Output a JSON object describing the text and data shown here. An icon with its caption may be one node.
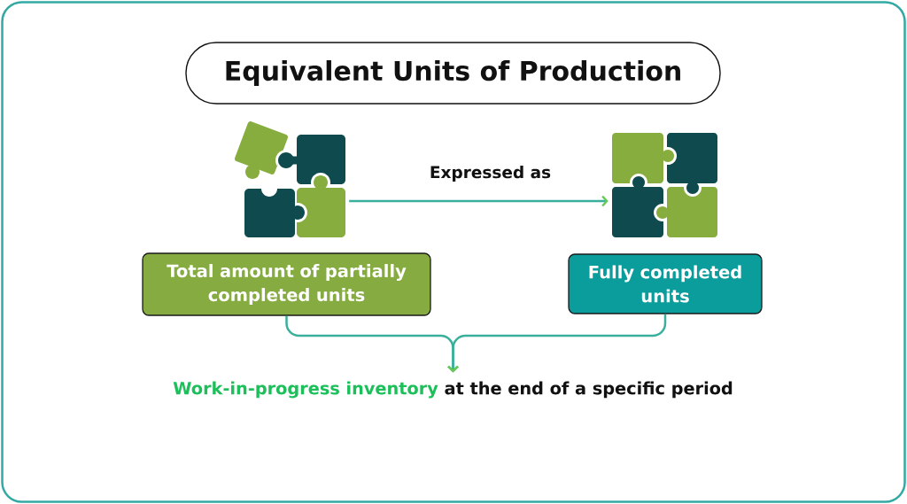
{
  "diagram": {
    "title": "Equivalent Units of Production",
    "nodes": [
      {
        "text": [],
        "shape": "picture"
      },
      {
        "text": [],
        "shape": "picture"
      },
      {
        "text": [
          "Total amount of partially completed units"
        ]
      },
      {
        "text": [
          "Fully completed units"
        ]
      },
      {
        "text": [
          "Work-in-progress inventory",
          "at the end of a specific period"
        ]
      }
    ],
    "edges": [
      {
        "from": 0,
        "to": 1,
        "arrow": "to",
        "label": "Expressed as"
      },
      {
        "from": 2,
        "to": 4,
        "arrow": "to"
      },
      {
        "from": 3,
        "to": 4,
        "arrow": "to"
      }
    ]
  }
}
